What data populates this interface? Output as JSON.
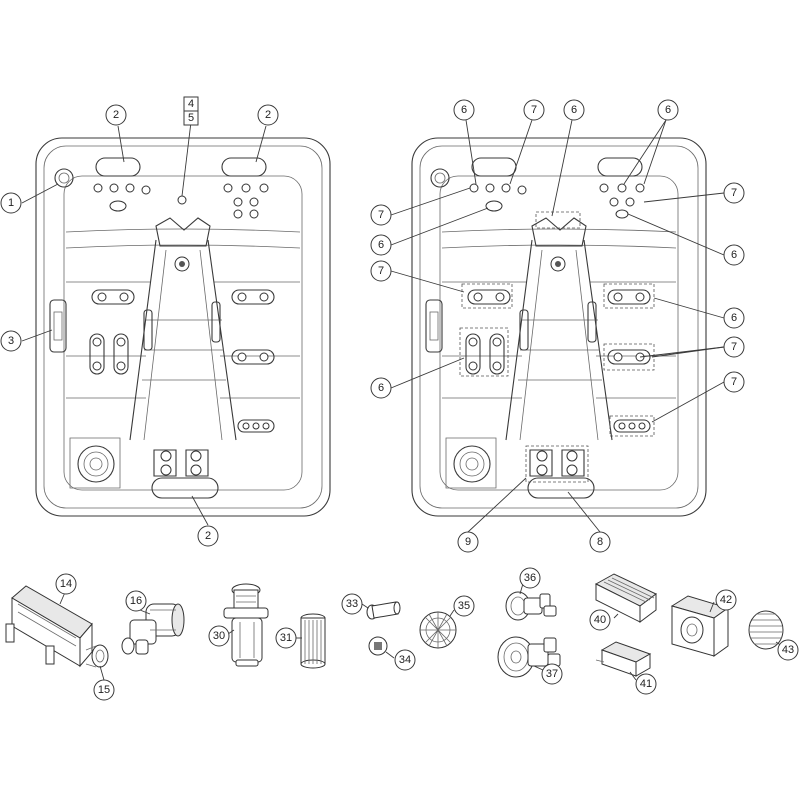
{
  "callouts": {
    "c1": "1",
    "c2a": "2",
    "c2b": "2",
    "c2c": "2",
    "c3": "3",
    "c4": "4",
    "c5": "5",
    "r6a": "6",
    "r7a": "7",
    "r6b": "6",
    "r6c": "6",
    "r7b": "7",
    "r6d": "6",
    "r7c": "7",
    "r6e": "6",
    "r7d": "7",
    "r6f": "6",
    "r6g": "6",
    "r7e": "7",
    "r7f": "7",
    "r9": "9",
    "r8": "8",
    "p14": "14",
    "p15": "15",
    "p16": "16",
    "p30": "30",
    "p31": "31",
    "p33": "33",
    "p34": "34",
    "p35": "35",
    "p36": "36",
    "p37": "37",
    "p40": "40",
    "p41": "41",
    "p42": "42",
    "p43": "43"
  }
}
